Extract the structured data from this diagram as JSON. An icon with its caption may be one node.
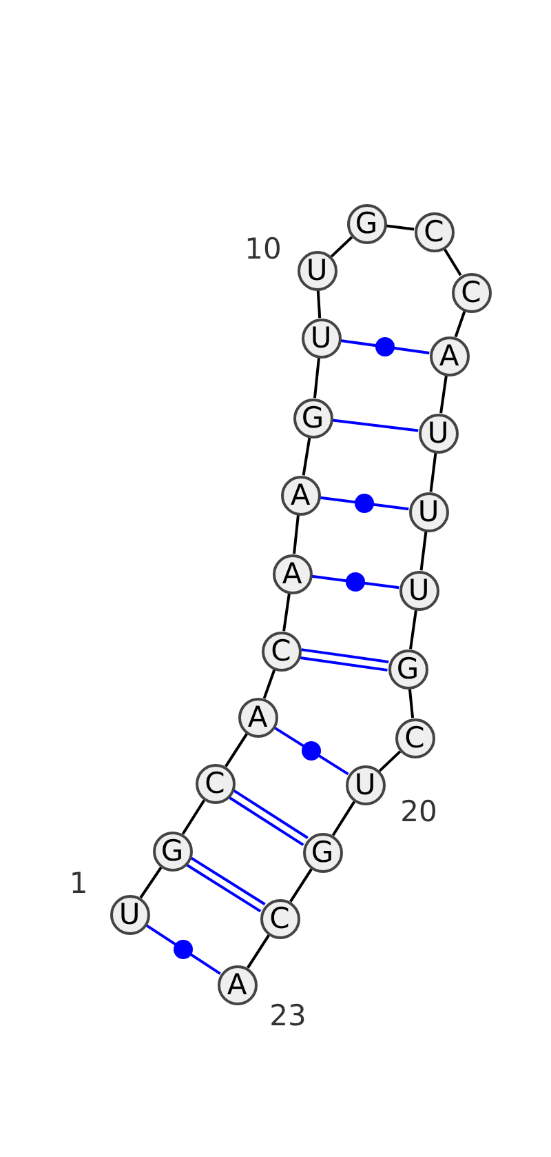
{
  "diagram": {
    "nodes": [
      {
        "text": [
          "U"
        ],
        "beside": [
          "1"
        ]
      },
      {
        "text": [
          "G"
        ]
      },
      {
        "text": [
          "C"
        ]
      },
      {
        "text": [
          "A"
        ]
      },
      {
        "text": [
          "C"
        ]
      },
      {
        "text": [
          "A"
        ]
      },
      {
        "text": [
          "A"
        ]
      },
      {
        "text": [
          "G"
        ]
      },
      {
        "text": [
          "U"
        ]
      },
      {
        "text": [
          "U"
        ],
        "beside": [
          "10"
        ]
      },
      {
        "text": [
          "G"
        ]
      },
      {
        "text": [
          "C"
        ]
      },
      {
        "text": [
          "C"
        ]
      },
      {
        "text": [
          "A"
        ]
      },
      {
        "text": [
          "U"
        ]
      },
      {
        "text": [
          "U"
        ]
      },
      {
        "text": [
          "U"
        ]
      },
      {
        "text": [
          "G"
        ]
      },
      {
        "text": [
          "C"
        ]
      },
      {
        "text": [
          "U"
        ],
        "beside": [
          "20"
        ]
      },
      {
        "text": [
          "G"
        ]
      },
      {
        "text": [
          "C"
        ]
      },
      {
        "text": [
          "A"
        ],
        "beside": [
          "23"
        ]
      }
    ],
    "edges": [
      {
        "from": 0,
        "to": 1,
        "arrow": "none"
      },
      {
        "from": 1,
        "to": 2,
        "arrow": "none"
      },
      {
        "from": 2,
        "to": 3,
        "arrow": "none"
      },
      {
        "from": 3,
        "to": 4,
        "arrow": "none"
      },
      {
        "from": 4,
        "to": 5,
        "arrow": "none"
      },
      {
        "from": 5,
        "to": 6,
        "arrow": "none"
      },
      {
        "from": 6,
        "to": 7,
        "arrow": "none"
      },
      {
        "from": 7,
        "to": 8,
        "arrow": "none"
      },
      {
        "from": 8,
        "to": 9,
        "arrow": "none"
      },
      {
        "from": 9,
        "to": 10,
        "arrow": "none"
      },
      {
        "from": 10,
        "to": 11,
        "arrow": "none"
      },
      {
        "from": 11,
        "to": 12,
        "arrow": "none"
      },
      {
        "from": 12,
        "to": 13,
        "arrow": "none"
      },
      {
        "from": 13,
        "to": 14,
        "arrow": "none"
      },
      {
        "from": 14,
        "to": 15,
        "arrow": "none"
      },
      {
        "from": 15,
        "to": 16,
        "arrow": "none"
      },
      {
        "from": 16,
        "to": 17,
        "arrow": "none"
      },
      {
        "from": 17,
        "to": 18,
        "arrow": "none"
      },
      {
        "from": 18,
        "to": 19,
        "arrow": "none"
      },
      {
        "from": 19,
        "to": 20,
        "arrow": "none"
      },
      {
        "from": 20,
        "to": 21,
        "arrow": "none"
      },
      {
        "from": 21,
        "to": 22,
        "arrow": "none"
      },
      {
        "from": 0,
        "to": 22,
        "arrow": "none",
        "color": "#0000ff"
      },
      {
        "from": 1,
        "to": 21,
        "arrow": "none",
        "style": "thick",
        "color": "#0000ff"
      },
      {
        "from": 2,
        "to": 20,
        "arrow": "none",
        "style": "thick",
        "color": "#0000ff"
      },
      {
        "from": 3,
        "to": 19,
        "arrow": "none",
        "color": "#0000ff"
      },
      {
        "from": 4,
        "to": 17,
        "arrow": "none",
        "style": "thick",
        "color": "#0000ff"
      },
      {
        "from": 5,
        "to": 16,
        "arrow": "none",
        "color": "#0000ff"
      },
      {
        "from": 6,
        "to": 15,
        "arrow": "none",
        "color": "#0000ff"
      },
      {
        "from": 7,
        "to": 14,
        "arrow": "none",
        "color": "#0000ff"
      },
      {
        "from": 8,
        "to": 13,
        "arrow": "none",
        "color": "#0000ff"
      }
    ]
  }
}
